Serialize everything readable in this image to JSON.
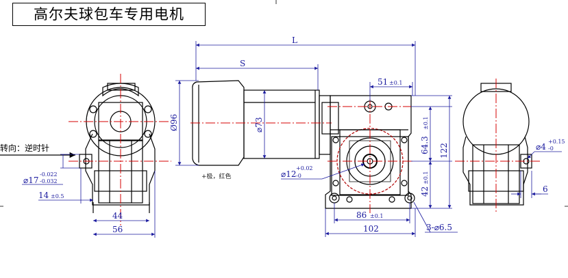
{
  "title": "高尔夫球包车专用电机",
  "rotation_label": "转向：逆时针",
  "wire_note": "+极，红色",
  "dimensions": {
    "L": "L",
    "S": "S",
    "d96": "Ø96",
    "d73": "⌀73",
    "d17": "⌀17",
    "d17_tol_top": "-0.022",
    "d17_tol_bot": "-0.032",
    "w14": "14",
    "w14_tol": "±0.5",
    "w44": "44",
    "w56": "56",
    "d12": "⌀12",
    "d12_tol_top": "+0.02",
    "d12_tol_bot": "-0",
    "w51": "51",
    "w51_tol": "±0.1",
    "h64": "64.3",
    "h64_tol": "±0.1",
    "h42": "42",
    "h42_tol": "±0.1",
    "h122": "122",
    "w86": "86",
    "w86_tol": "±0.1",
    "w102": "102",
    "holes": "3-⌀6.5",
    "d4": "⌀4",
    "d4_tol_top": "+0.15",
    "d4_tol_bot": "-0",
    "w6": "6"
  },
  "colors": {
    "line": "#000000",
    "dimension": "#1a1a9e",
    "center": "#d40000"
  }
}
